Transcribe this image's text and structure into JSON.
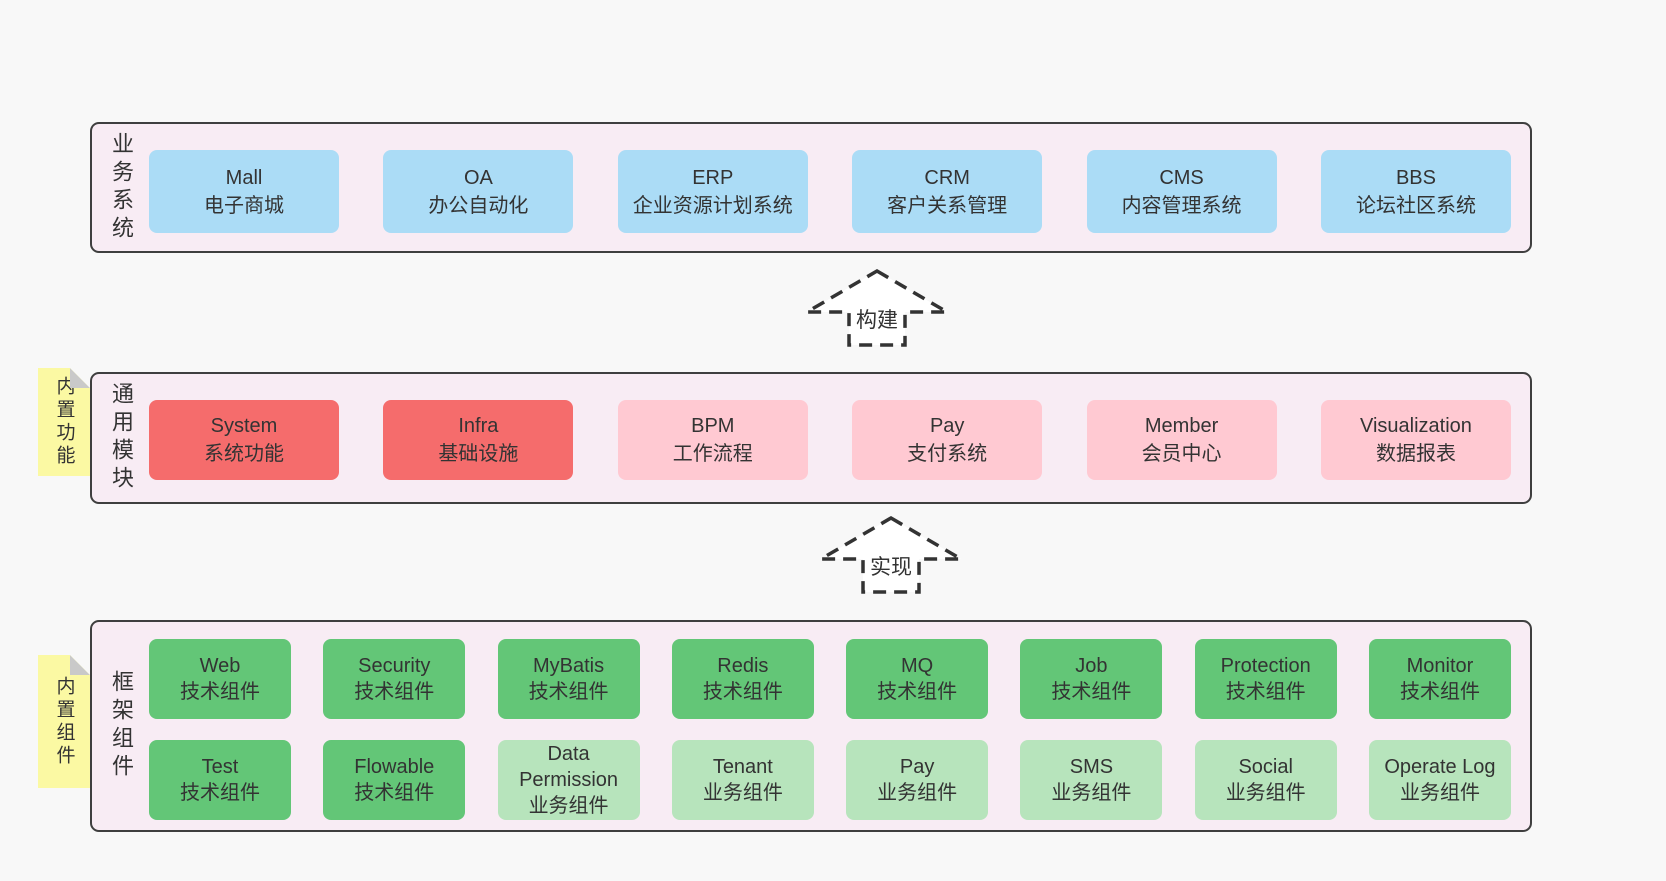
{
  "colors": {
    "blue": "#abdcf6",
    "red": "#f56c6c",
    "pink": "#ffc9d2",
    "green-dark": "#63c677",
    "green-light": "#b7e4bc",
    "sticky": "#fbf9a3",
    "sticky-fold": "#c9c9c9",
    "section-bg": "#f8ecf4",
    "section-border": "#3f3f3f",
    "page-bg": "#f8f8f8",
    "text": "#333333"
  },
  "sections": [
    {
      "id": "business-systems",
      "label": "业务系统",
      "boxes": [
        {
          "title": "Mall",
          "subtitle": "电子商城",
          "variant": "blue"
        },
        {
          "title": "OA",
          "subtitle": "办公自动化",
          "variant": "blue"
        },
        {
          "title": "ERP",
          "subtitle": "企业资源计划系统",
          "variant": "blue"
        },
        {
          "title": "CRM",
          "subtitle": "客户关系管理",
          "variant": "blue"
        },
        {
          "title": "CMS",
          "subtitle": "内容管理系统",
          "variant": "blue"
        },
        {
          "title": "BBS",
          "subtitle": "论坛社区系统",
          "variant": "blue"
        }
      ]
    },
    {
      "id": "common-modules",
      "label": "通用模块",
      "sticky": "内置功能",
      "boxes": [
        {
          "title": "System",
          "subtitle": "系统功能",
          "variant": "red"
        },
        {
          "title": "Infra",
          "subtitle": "基础设施",
          "variant": "red"
        },
        {
          "title": "BPM",
          "subtitle": "工作流程",
          "variant": "pink"
        },
        {
          "title": "Pay",
          "subtitle": "支付系统",
          "variant": "pink"
        },
        {
          "title": "Member",
          "subtitle": "会员中心",
          "variant": "pink"
        },
        {
          "title": "Visualization",
          "subtitle": "数据报表",
          "variant": "pink"
        }
      ]
    },
    {
      "id": "framework-components",
      "label": "框架组件",
      "sticky": "内置组件",
      "rows": [
        [
          {
            "title": "Web",
            "subtitle": "技术组件",
            "variant": "green-dark"
          },
          {
            "title": "Security",
            "subtitle": "技术组件",
            "variant": "green-dark"
          },
          {
            "title": "MyBatis",
            "subtitle": "技术组件",
            "variant": "green-dark"
          },
          {
            "title": "Redis",
            "subtitle": "技术组件",
            "variant": "green-dark"
          },
          {
            "title": "MQ",
            "subtitle": "技术组件",
            "variant": "green-dark"
          },
          {
            "title": "Job",
            "subtitle": "技术组件",
            "variant": "green-dark"
          },
          {
            "title": "Protection",
            "subtitle": "技术组件",
            "variant": "green-dark"
          },
          {
            "title": "Monitor",
            "subtitle": "技术组件",
            "variant": "green-dark"
          }
        ],
        [
          {
            "title": "Test",
            "subtitle": "技术组件",
            "variant": "green-dark"
          },
          {
            "title": "Flowable",
            "subtitle": "技术组件",
            "variant": "green-dark"
          },
          {
            "title": "Data Permission",
            "subtitle": "业务组件",
            "variant": "green-light"
          },
          {
            "title": "Tenant",
            "subtitle": "业务组件",
            "variant": "green-light"
          },
          {
            "title": "Pay",
            "subtitle": "业务组件",
            "variant": "green-light"
          },
          {
            "title": "SMS",
            "subtitle": "业务组件",
            "variant": "green-light"
          },
          {
            "title": "Social",
            "subtitle": "业务组件",
            "variant": "green-light"
          },
          {
            "title": "Operate Log",
            "subtitle": "业务组件",
            "variant": "green-light"
          }
        ]
      ]
    }
  ],
  "arrows": [
    {
      "label": "构建"
    },
    {
      "label": "实现"
    }
  ]
}
